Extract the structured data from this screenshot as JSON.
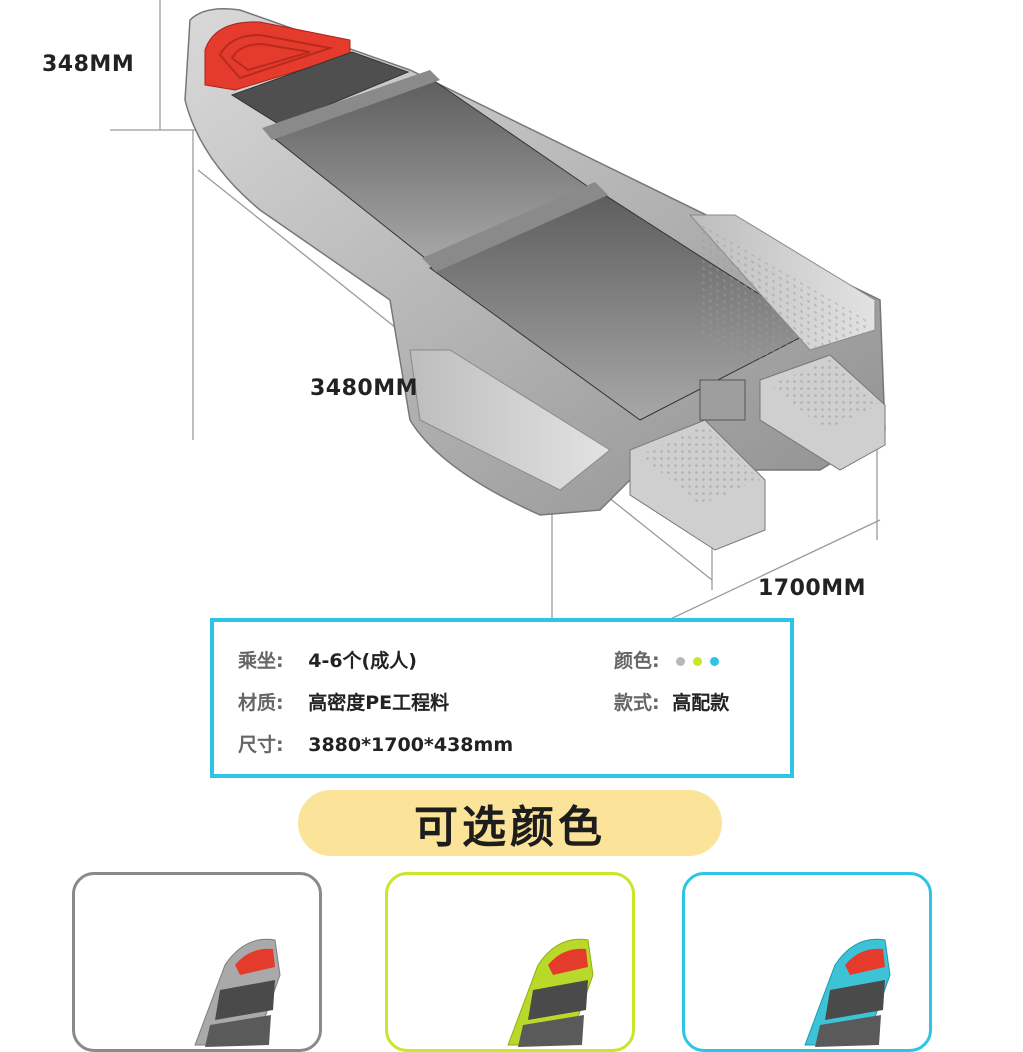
{
  "dimensions": {
    "height": "348MM",
    "length": "3480MM",
    "width": "1700MM"
  },
  "specs": {
    "seating_label": "乘坐:",
    "seating_value": "4-6个(成人)",
    "material_label": "材质:",
    "material_value": "高密度PE工程料",
    "size_label": "尺寸:",
    "size_value": "3880*1700*438mm",
    "color_label": "颜色:",
    "style_label": "款式:",
    "style_value": "高配款",
    "color_dots": [
      "#b8b8b8",
      "#c8e62a",
      "#2ec4e6"
    ]
  },
  "colors_section": {
    "heading": "可选颜色",
    "options": [
      {
        "border": "#8a8a8a",
        "hull": "#a9a9a9",
        "hull_dark": "#7d7d7d"
      },
      {
        "border": "#c8e62a",
        "hull": "#b9d92a",
        "hull_dark": "#8fae12"
      },
      {
        "border": "#2ec4e6",
        "hull": "#3cc3d6",
        "hull_dark": "#1e98ab"
      }
    ]
  },
  "accent": {
    "deck_pad": "#e53b2c",
    "panel_border": "#2ec4e6",
    "heading_bg": "#fbe39a"
  }
}
